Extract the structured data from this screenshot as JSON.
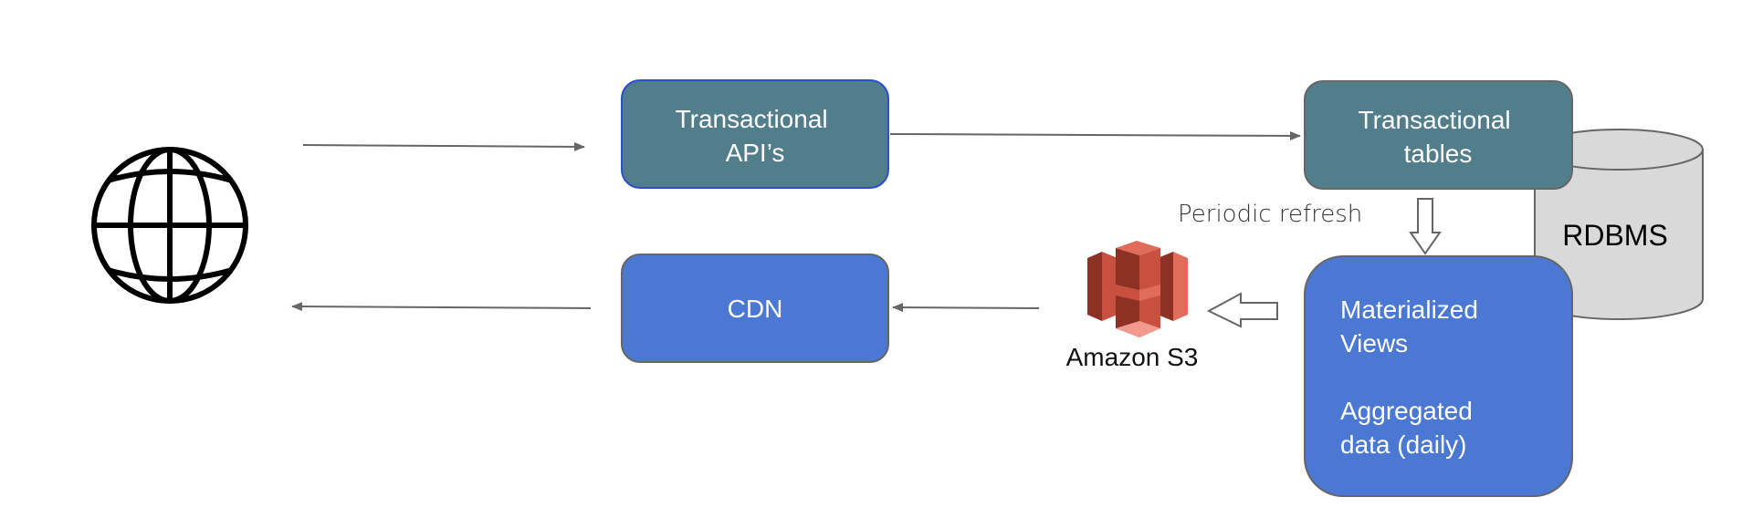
{
  "colors": {
    "teal_box": "#527e8b",
    "blue_box": "#4a78d2",
    "teal_border_active": "#2a4fd0",
    "box_border": "#666666",
    "arrow": "#666666",
    "cylinder_fill": "#d9d9d9",
    "s3_red_dark": "#8c3123",
    "s3_red": "#c8503f",
    "s3_red_light": "#e06c5b"
  },
  "nodes": {
    "transactional_apis": {
      "lines": [
        "Transactional",
        "API’s"
      ]
    },
    "transactional_tables": {
      "lines": [
        "Transactional",
        "tables"
      ]
    },
    "cdn": {
      "lines": [
        "CDN"
      ]
    },
    "views": {
      "lines": [
        "Materialized",
        "Views",
        "",
        "Aggregated",
        "data (daily)"
      ]
    },
    "rdbms": {
      "label": "RDBMS"
    },
    "s3": {
      "label": "Amazon S3",
      "icon": "amazon-s3-icon"
    },
    "internet": {
      "icon": "globe-icon"
    }
  },
  "annotations": {
    "periodic_refresh": "Periodic refresh"
  }
}
